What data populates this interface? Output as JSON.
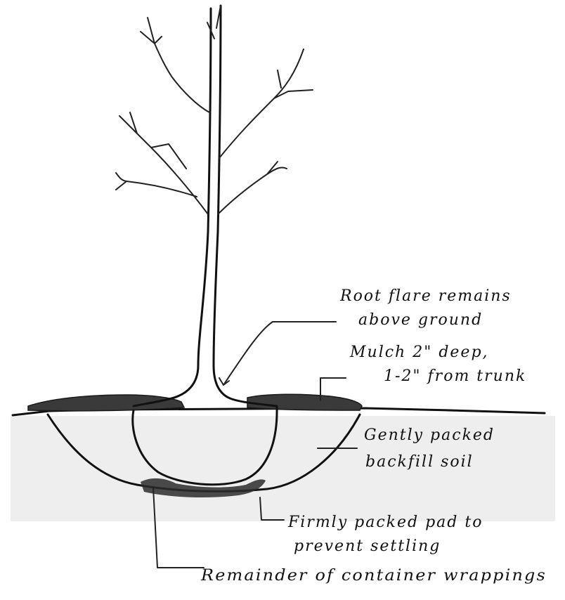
{
  "labels": {
    "root_flare_line1": "Root flare remains",
    "root_flare_line2": "above ground",
    "mulch_line1": "Mulch 2\" deep,",
    "mulch_line2": "1-2\" from trunk",
    "backfill_line1": "Gently packed",
    "backfill_line2": "backfill soil",
    "pad_line1": "Firmly packed pad to",
    "pad_line2": "prevent settling",
    "wrappings": "Remainder of container wrappings"
  }
}
